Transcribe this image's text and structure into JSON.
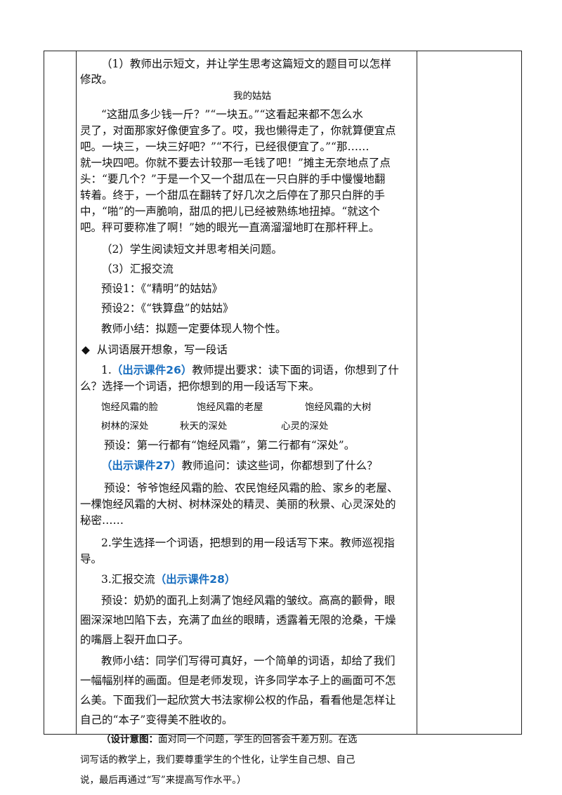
{
  "lines": {
    "l1": "（1）教师出示短文，并让学生思考这篇短文的题目可以怎样",
    "l2": "修改。",
    "title": "我的姑姑",
    "p1": "“这甜瓜多少钱一斤？”“一块五。”“这看起来都不怎么水",
    "p2": "灵了，对面那家好像便宜多了。哎，我也懒得走了，你就算便宜点",
    "p3": "吧。一块三，一块三好吧？”“不行，已经很便宜了。”“那……",
    "p4": "就一块四吧。你就不要去计较那一毛钱了吧！”摊主无奈地点了点",
    "p5": "头：“要几个？”于是一个又一个甜瓜在一只白胖的手中慢慢地翻",
    "p6": "转着。终于，一个甜瓜在翻转了好几次之后停在了那只白胖的手",
    "p7": "中，“啪”的一声脆响，甜瓜的把儿已经被熟练地扭掉。“就这个",
    "p8": "吧。秤可要称准了啊！”她的眼光一直滴溜溜地盯在那杆秤上。",
    "s2": "（2）学生阅读短文并思考相关问题。",
    "s3": "（3）汇报交流",
    "preset1": "预设1：《“精明”的姑姑》",
    "preset2": "预设2：《“铁算盘”的姑姑》",
    "summary1": "教师小结：拟题一定要体现人物个性。",
    "diamond": "◆",
    "section": "从词语展开想象，写一段话",
    "q1_pre": "1.",
    "q1_tag": "（出示课件26）",
    "q1_rest": "教师提出要求：读下面的词语，你想到了什",
    "q1_line2": "么？选择一个词语，把你想到的用一段话写下来。",
    "words_row1": [
      "饱经风霜的脸",
      "饱经风霜的老屋",
      "饱经风霜的大树"
    ],
    "words_row2": [
      "树林的深处",
      "秋天的深处",
      "心灵的深处"
    ],
    "preset3": "预设：第一行都有“饱经风霜”，第二行都有“深处”。",
    "q_tag27": "（出示课件27）",
    "q27_rest": "教师追问：读这些词，你都想到了什么？",
    "preset4a": "预设：爷爷饱经风霜的脸、农民饱经风霜的脸、家乡的老屋、",
    "preset4b": "一棵饱经风霜的大树、树林深处的精灵、美丽的秋景、心灵深处的",
    "preset4c": "秘密……",
    "q2a": "2.学生选择一个词语，把想到的用一段话写下来。教师巡视指",
    "q2b": "导。",
    "q3_pre": "3.汇报交流",
    "q3_tag": "（出示课件28）",
    "preset5a": "预设：奶奶的面孔上刻满了饱经风霜的皱纹。高高的颧骨，眼",
    "preset5b": "圈深深地凹陷下去，充满了血丝的眼睛，透露着无限的沧桑，干燥",
    "preset5c": "的嘴唇上裂开血口子。",
    "summary2a": "教师小结：同学们写得可真好，一个简单的词语，却给了我们",
    "summary2b": "一幅幅别样的画面。但是老师发现，许多同学本子上的画面可不怎",
    "summary2c": "么美。下面我们一起欣赏大书法家柳公权的作品，看看他是怎样让",
    "summary2d": "自己的“本子”变得美不胜收的。",
    "design_label": "（设计意图：",
    "design1": "面对同一个问题，学生的回答会千差万别。在选",
    "design2": "词写话的教学上，我们要尊重学生的个性化，让学生自己想、自己",
    "design3": "说，最后再通过“写”来提高写作水平。）"
  },
  "colors": {
    "accent": "#1a6fc0",
    "border": "#222222"
  }
}
